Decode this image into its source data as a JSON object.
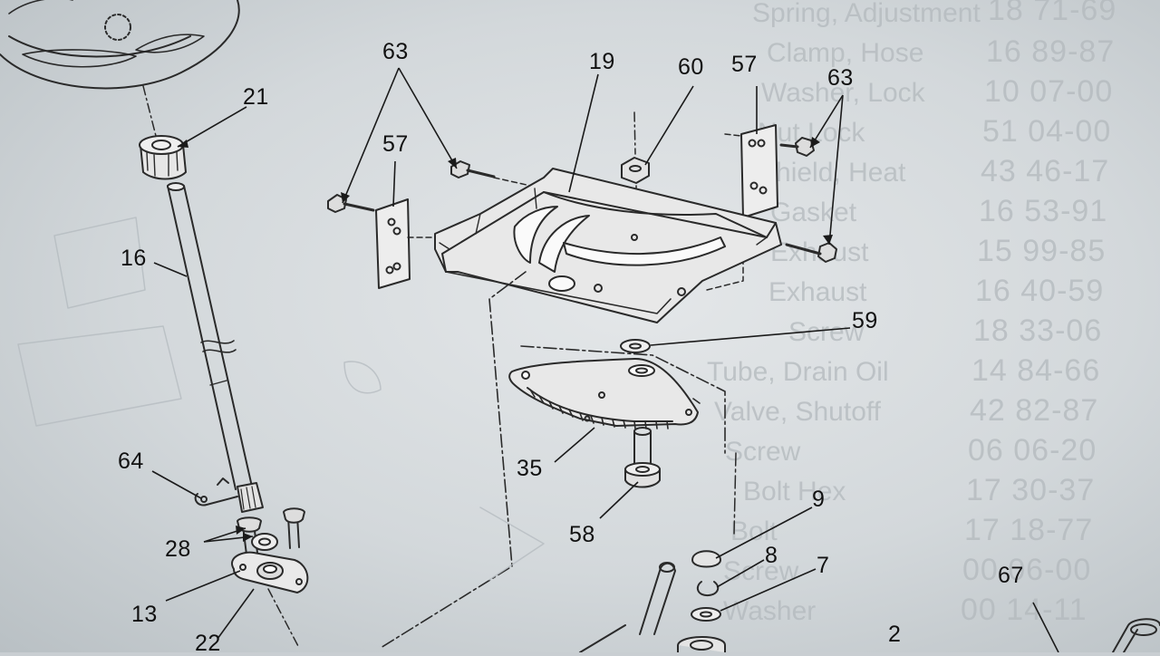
{
  "callouts": {
    "c63a": "63",
    "c19": "19",
    "c60": "60",
    "c57a": "57",
    "c63b": "63",
    "c21": "21",
    "c57b": "57",
    "c16": "16",
    "c59": "59",
    "c64": "64",
    "c35": "35",
    "c28": "28",
    "c58": "58",
    "c9": "9",
    "c8": "8",
    "c7": "7",
    "c13": "13",
    "c67": "67",
    "c22": "22",
    "c2": "2"
  },
  "bleed_through": {
    "codes": [
      "18 71-69",
      "16 89-87",
      "10 07-00",
      "51 04-00",
      "43 46-17",
      "16 53-91",
      "15 99-85",
      "16 40-59",
      "18 33-06",
      "14 84-66",
      "42 82-87",
      "06 06-20",
      "17 30-37",
      "17 18-77",
      "00 06-00",
      "00 14-11"
    ],
    "names": [
      "Spring, Adjustment",
      "Clamp, Hose",
      "Washer, Lock",
      "Nut Lock",
      "Shield, Heat",
      "Gasket",
      "Exhaust",
      "Exhaust",
      "Screw",
      "Tube, Drain Oil",
      "Valve, Shutoff",
      "Screw",
      "Bolt Hex",
      "Bolt",
      "Screw",
      "Washer"
    ]
  }
}
